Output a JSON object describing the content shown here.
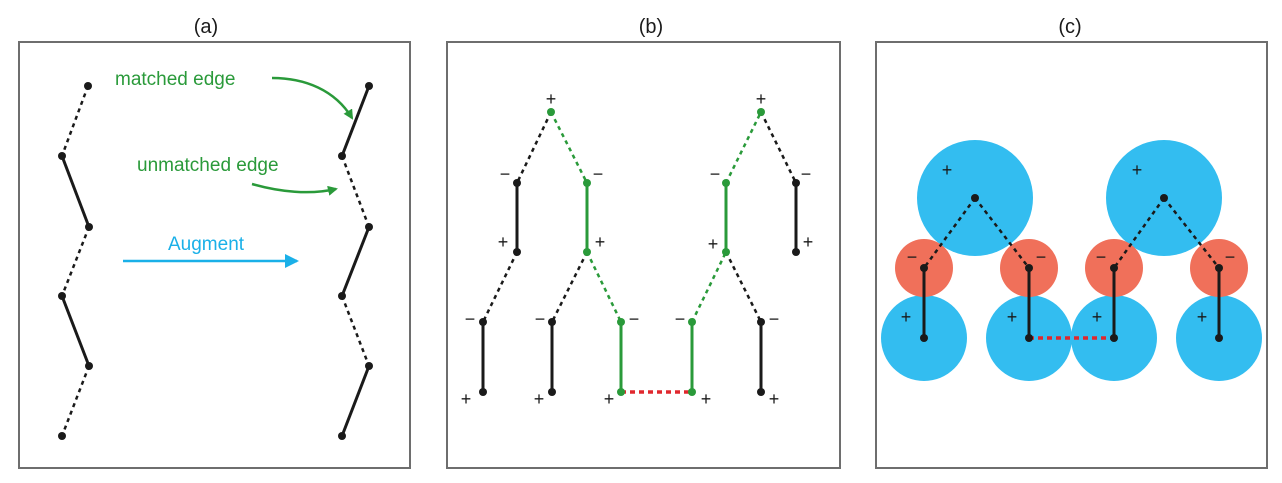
{
  "colors": {
    "edge": "#1a1a1a",
    "green": "#2a9a3a",
    "blue": "#1ab0e8",
    "circle_blue": "#33bdf0",
    "circle_red": "#f0705a",
    "red_dotted": "#e0282e",
    "frame": "#6e6e6e"
  },
  "panels": {
    "a": {
      "label": "(a)"
    },
    "b": {
      "label": "(b)"
    },
    "c": {
      "label": "(c)"
    }
  },
  "annotations": {
    "matched_edge": "matched edge",
    "unmatched_edge": "unmatched edge",
    "augment": "Augment"
  },
  "signs": {
    "plus": "+",
    "minus": "−"
  }
}
